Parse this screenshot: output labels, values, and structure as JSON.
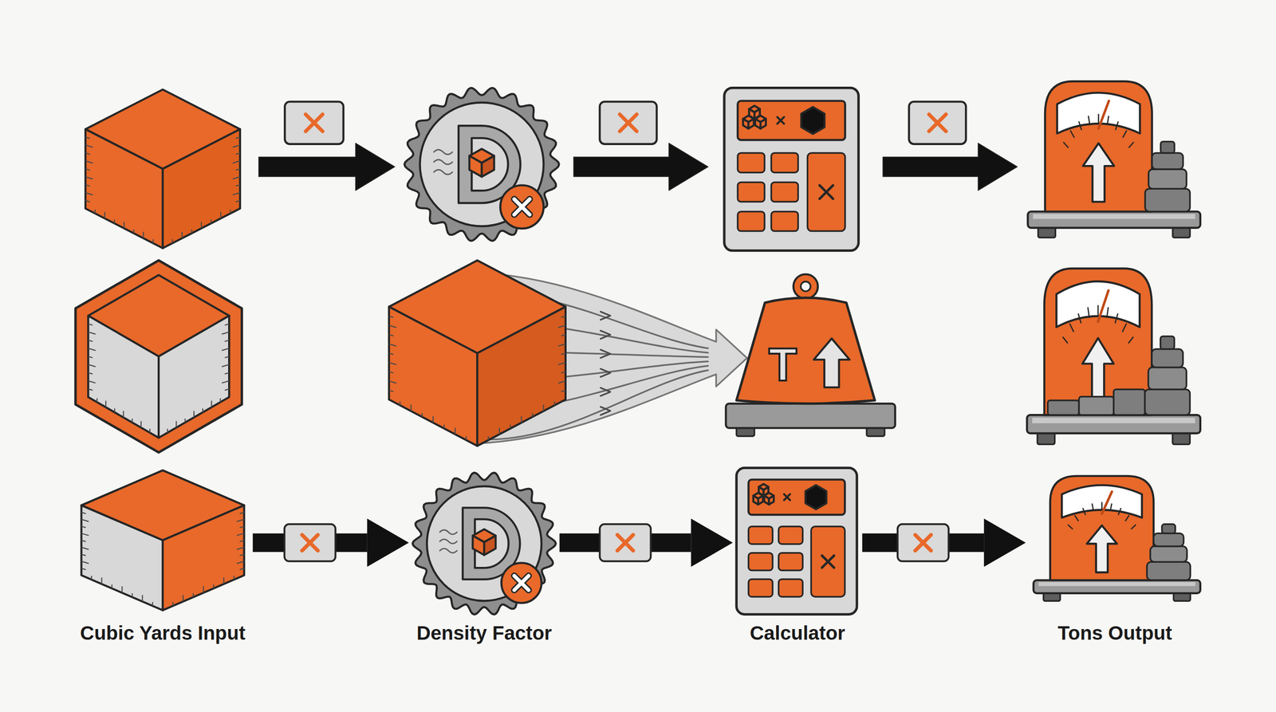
{
  "diagram": {
    "nodes": [
      {
        "text": [
          "Cubic Yards Input"
        ]
      },
      {
        "text": [
          "Density Factor"
        ]
      },
      {
        "text": [
          "Calculator"
        ]
      },
      {
        "text": [
          "Tons Output"
        ]
      }
    ],
    "edges": [
      {
        "from": 0,
        "to": 1,
        "arrow": "to"
      },
      {
        "from": 1,
        "to": 2,
        "arrow": "to"
      },
      {
        "from": 2,
        "to": 3,
        "arrow": "to"
      }
    ],
    "labels": [
      "T"
    ]
  }
}
